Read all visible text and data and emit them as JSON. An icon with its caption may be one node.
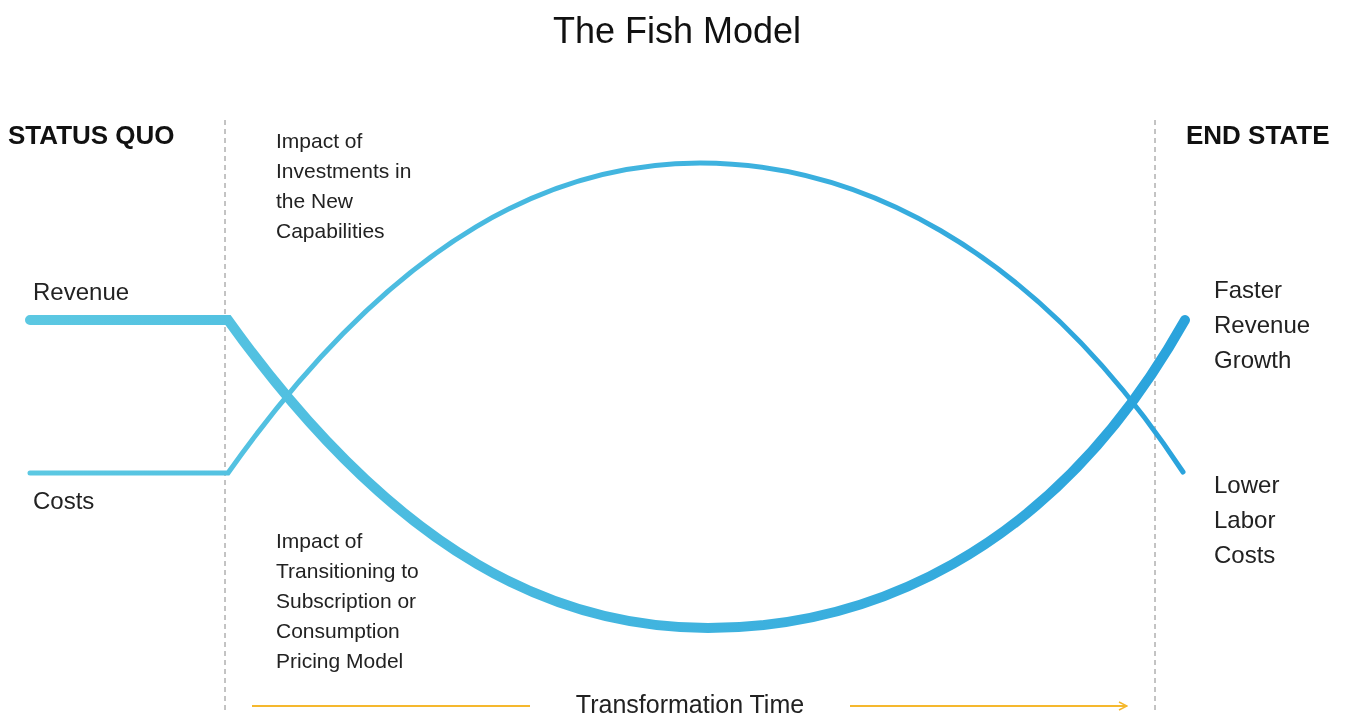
{
  "diagram": {
    "title": "The Fish Model",
    "labels": [
      "STATUS QUO",
      "Impact of Investments in the New Capabilities",
      "END STATE",
      "Revenue",
      "Faster Revenue Growth",
      "Costs",
      "Lower Labor Costs",
      "Impact of Transitioning to Subscription or Consumption Pricing Model",
      "Transformation Time"
    ]
  }
}
